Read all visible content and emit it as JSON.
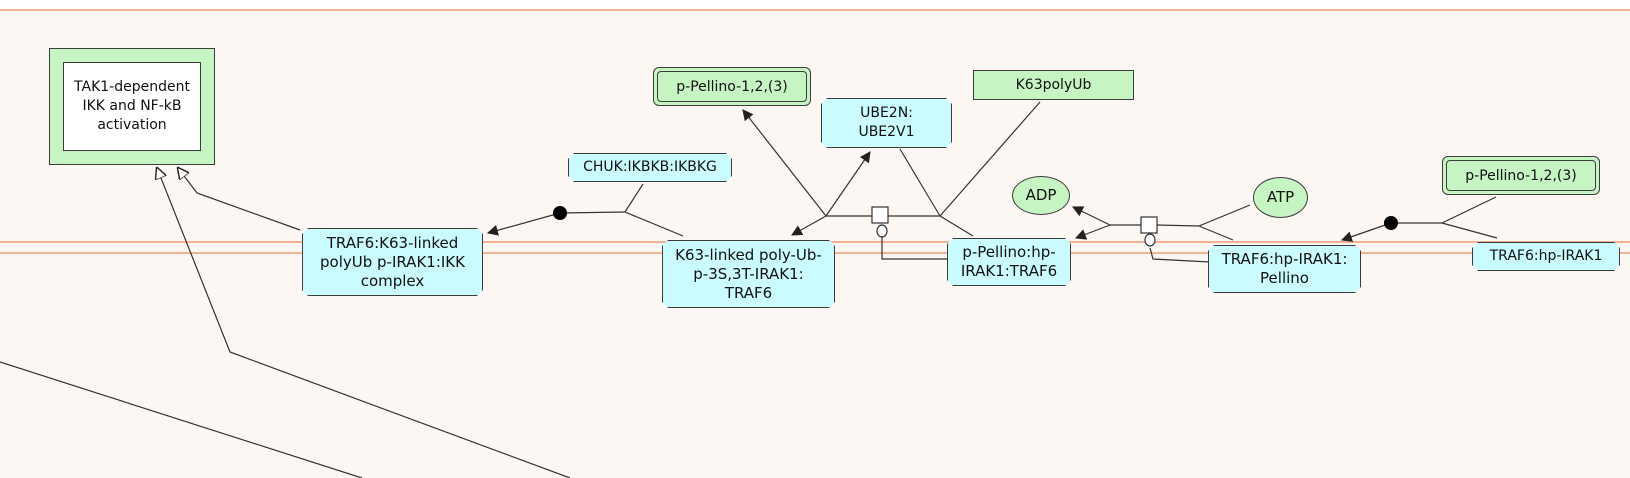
{
  "diagram": {
    "nodes": {
      "tak1_pathway": "TAK1-dependent\nIKK and NF-kB\nactivation",
      "traf6_ikk_complex": "TRAF6:K63-linked\npolyUb p-IRAK1:IKK\ncomplex",
      "chuk_ikbkb_ikbkg": "CHUK:IKBKB:IKBKG",
      "k63_polyub_irak1_traf6": "K63-linked poly-Ub-\np-3S,3T-IRAK1:\nTRAF6",
      "pellino_set_top": "p-Pellino-1,2,(3)",
      "ube2n_ube2v1": "UBE2N:\nUBE2V1",
      "k63polyub": "K63polyUb",
      "pellino_hp_irak1_traf6": "p-Pellino:hp-\nIRAK1:TRAF6",
      "adp": "ADP",
      "atp": "ATP",
      "traf6_hp_irak1_pellino": "TRAF6:hp-IRAK1:\nPellino",
      "pellino_set_right": "p-Pellino-1,2,(3)",
      "traf6_hp_irak1": "TRAF6:hp-IRAK1"
    },
    "colors": {
      "complex_fill": "#c9fbff",
      "entity_fill": "#c6f5c3",
      "compartment_line": "#f4b294",
      "edge": "#333333"
    }
  }
}
